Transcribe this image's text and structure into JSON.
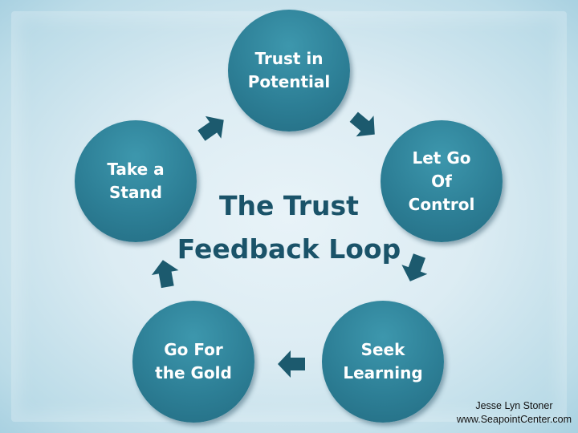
{
  "title": "The Trust\nFeedback Loop",
  "nodes": [
    {
      "label": "Trust in\nPotential"
    },
    {
      "label": "Let Go\nOf\nControl"
    },
    {
      "label": "Seek\nLearning"
    },
    {
      "label": "Go For\nthe Gold"
    },
    {
      "label": "Take a\nStand"
    }
  ],
  "credit": {
    "author": "Jesse Lyn Stoner",
    "site": "www.SeapointCenter.com"
  },
  "colors": {
    "node": "#2d7f96",
    "arrow": "#1c5a6e",
    "title": "#1a5369",
    "background": "#dcecf3"
  }
}
